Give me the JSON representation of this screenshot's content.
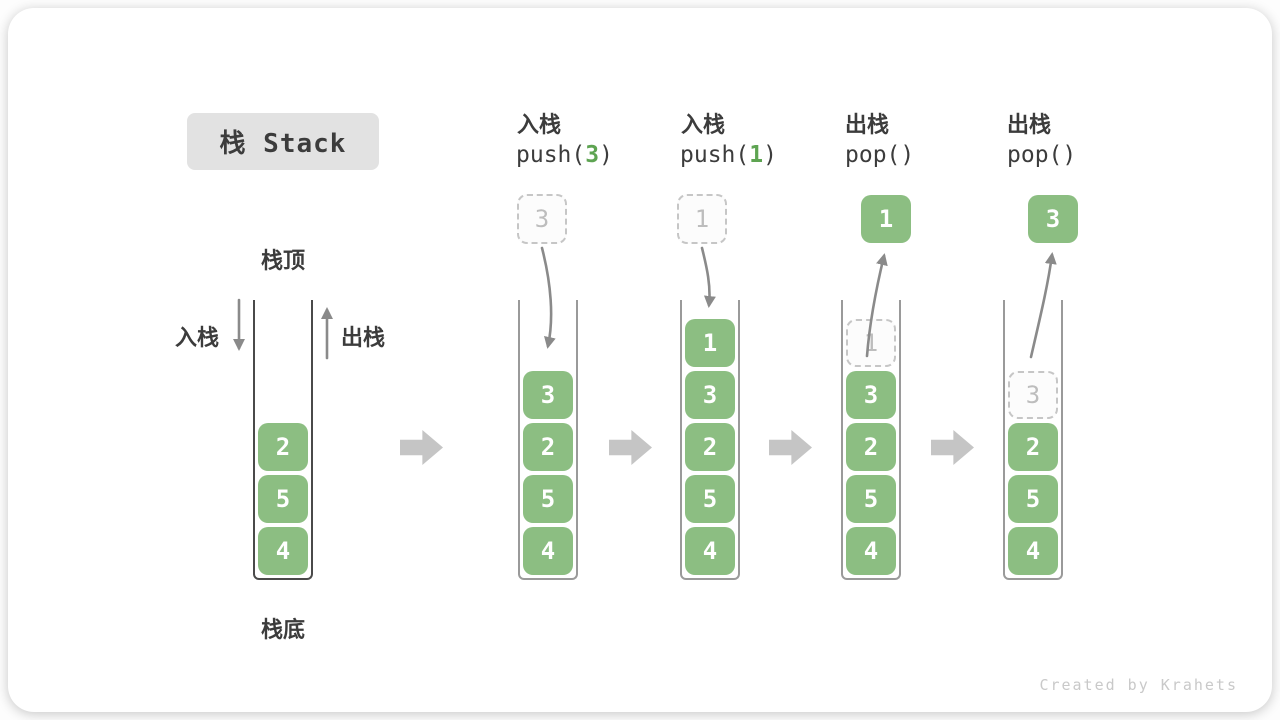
{
  "page": {
    "title_badge": "栈 Stack",
    "footer_credit": "Created by Krahets"
  },
  "labels": {
    "stack_top": "栈顶",
    "stack_bottom": "栈底",
    "push_in": "入栈",
    "pop_out": "出栈"
  },
  "colors": {
    "element_green": "#8cbe82",
    "accent_green": "#5ea452",
    "text_dark": "#3c3c3c",
    "badge_bg": "#e2e2e2",
    "curve_arrow_gray": "#8a8a8a",
    "block_arrow_gray": "#c5c5c5",
    "ghost_border_gray": "#c6c6c6",
    "container_dark": "#4a4a4a",
    "container_light": "#9a9a9a",
    "footer_gray": "#c9c9c9"
  },
  "stages": [
    {
      "name": "initial",
      "elements": [
        "2",
        "5",
        "4"
      ]
    },
    {
      "name": "push-3",
      "label": "入栈",
      "code_pre": "push(",
      "code_arg": "3",
      "code_post": ")",
      "float_value": "3",
      "elements": [
        "3",
        "2",
        "5",
        "4"
      ]
    },
    {
      "name": "push-1",
      "label": "入栈",
      "code_pre": "push(",
      "code_arg": "1",
      "code_post": ")",
      "float_value": "1",
      "elements": [
        "1",
        "3",
        "2",
        "5",
        "4"
      ]
    },
    {
      "name": "pop-1",
      "label": "出栈",
      "code": "pop()",
      "float_value": "1",
      "ghost_value": "1",
      "elements": [
        "3",
        "2",
        "5",
        "4"
      ]
    },
    {
      "name": "pop-3",
      "label": "出栈",
      "code": "pop()",
      "float_value": "3",
      "ghost_value": "3",
      "elements": [
        "2",
        "5",
        "4"
      ]
    }
  ]
}
